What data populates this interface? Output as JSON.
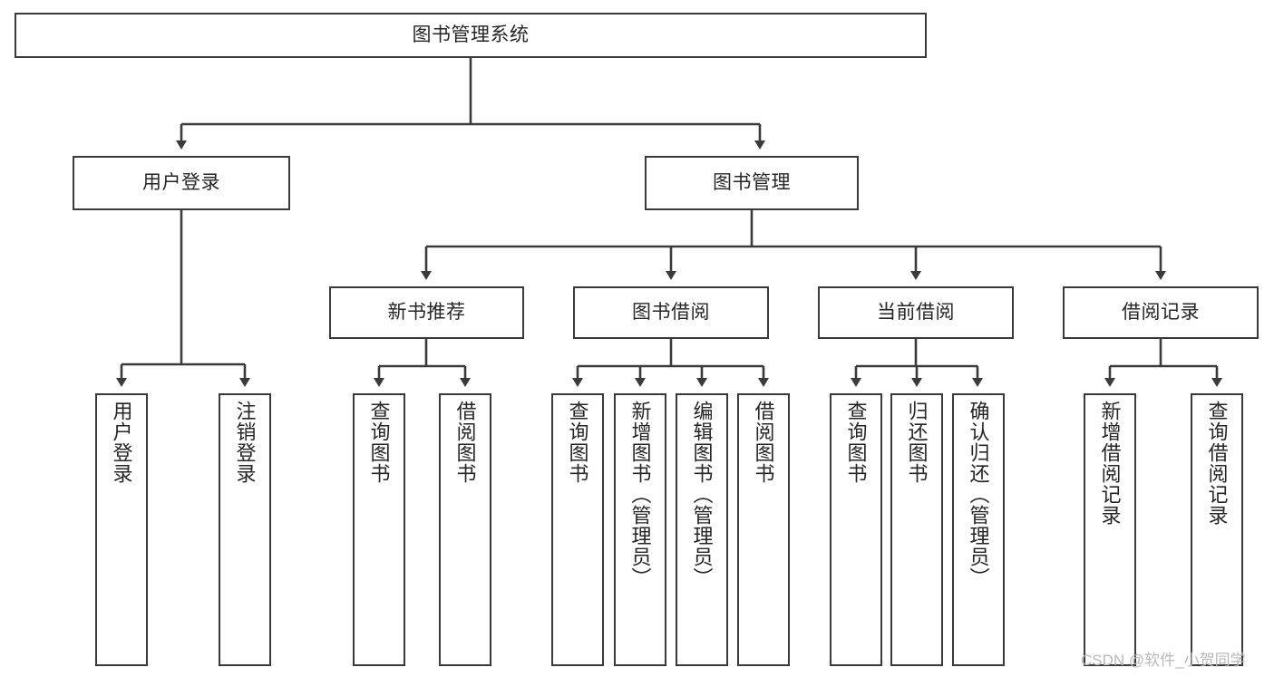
{
  "diagram": {
    "title": "图书管理系统",
    "type": "functional-structure-tree",
    "root": {
      "label": "图书管理系统"
    },
    "level2": [
      {
        "label": "用户登录"
      },
      {
        "label": "图书管理"
      }
    ],
    "level3": [
      {
        "label": "新书推荐"
      },
      {
        "label": "图书借阅"
      },
      {
        "label": "当前借阅"
      },
      {
        "label": "借阅记录"
      }
    ],
    "leaves_user_login": [
      {
        "label": "用户登录"
      },
      {
        "label": "注销登录"
      }
    ],
    "leaves_new_book": [
      {
        "label": "查询图书"
      },
      {
        "label": "借阅图书"
      }
    ],
    "leaves_book_borrow": [
      {
        "label": "查询图书"
      },
      {
        "label": "新增图书（管理员）"
      },
      {
        "label": "编辑图书（管理员）"
      },
      {
        "label": "借阅图书"
      }
    ],
    "leaves_current_borrow": [
      {
        "label": "查询图书"
      },
      {
        "label": "归还图书"
      },
      {
        "label": "确认归还（管理员）"
      }
    ],
    "leaves_borrow_record": [
      {
        "label": "新增借阅记录"
      },
      {
        "label": "查询借阅记录"
      }
    ],
    "colors": {
      "stroke": "#3a3a3a",
      "text": "#262626",
      "background": "#ffffff",
      "watermark": "#b9b9b9"
    }
  },
  "watermark": {
    "text": "CSDN @软件_小贺同学"
  }
}
